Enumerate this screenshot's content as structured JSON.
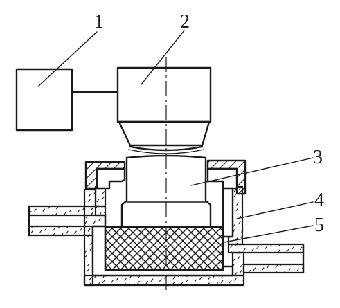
{
  "callouts": {
    "c1": "1",
    "c2": "2",
    "c3": "3",
    "c4": "4",
    "c5": "5"
  },
  "colors": {
    "ink": "#1a1a1a",
    "paper": "#ffffff"
  }
}
